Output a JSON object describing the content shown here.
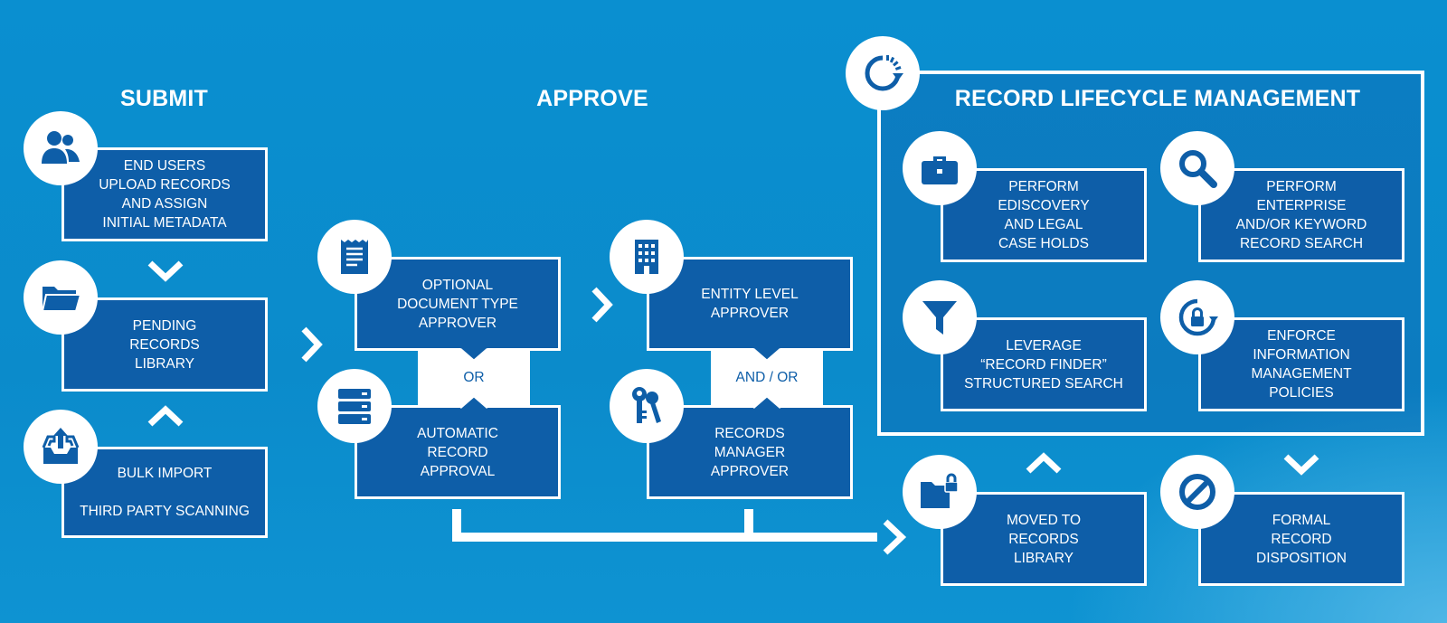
{
  "headings": {
    "submit": "SUBMIT",
    "approve": "APPROVE",
    "lifecycle": "RECORD LIFECYCLE MANAGEMENT"
  },
  "submit": {
    "end_users": "END USERS\nUPLOAD RECORDS\nAND ASSIGN\nINITIAL METADATA",
    "pending": "PENDING\nRECORDS\nLIBRARY",
    "bulk_import": "BULK IMPORT\n\nTHIRD PARTY SCANNING"
  },
  "approve": {
    "optional": "OPTIONAL\nDOCUMENT TYPE\nAPPROVER",
    "or_label": "OR",
    "automatic": "AUTOMATIC\nRECORD\nAPPROVAL",
    "entity": "ENTITY LEVEL\nAPPROVER",
    "and_or_label": "AND / OR",
    "records_manager": "RECORDS\nMANAGER\nAPPROVER"
  },
  "lifecycle": {
    "ediscovery": "PERFORM\nEDISCOVERY\nAND LEGAL\nCASE HOLDS",
    "search": "PERFORM\nENTERPRISE\nAND/OR KEYWORD\nRECORD SEARCH",
    "finder": "LEVERAGE\n“RECORD FINDER”\nSTRUCTURED SEARCH",
    "enforce": "ENFORCE\nINFORMATION\nMANAGEMENT\nPOLICIES"
  },
  "outcomes": {
    "moved": "MOVED TO\nRECORDS\nLIBRARY",
    "disposition": "FORMAL\nRECORD\nDISPOSITION"
  },
  "colors": {
    "background": "#0a8fd0",
    "box_fill": "#0e5ea8",
    "border": "#ffffff"
  },
  "icons": {
    "users": "users-icon",
    "folder": "folder-icon",
    "upload": "upload-tray-icon",
    "document": "document-icon",
    "server": "server-icon",
    "building": "building-icon",
    "keys": "keys-icon",
    "lifecycle": "lifecycle-refresh-icon",
    "briefcase": "briefcase-icon",
    "search": "magnifier-icon",
    "funnel": "funnel-icon",
    "lock_cycle": "lock-cycle-icon",
    "folder_lock": "folder-lock-icon",
    "prohibited": "prohibited-icon"
  }
}
